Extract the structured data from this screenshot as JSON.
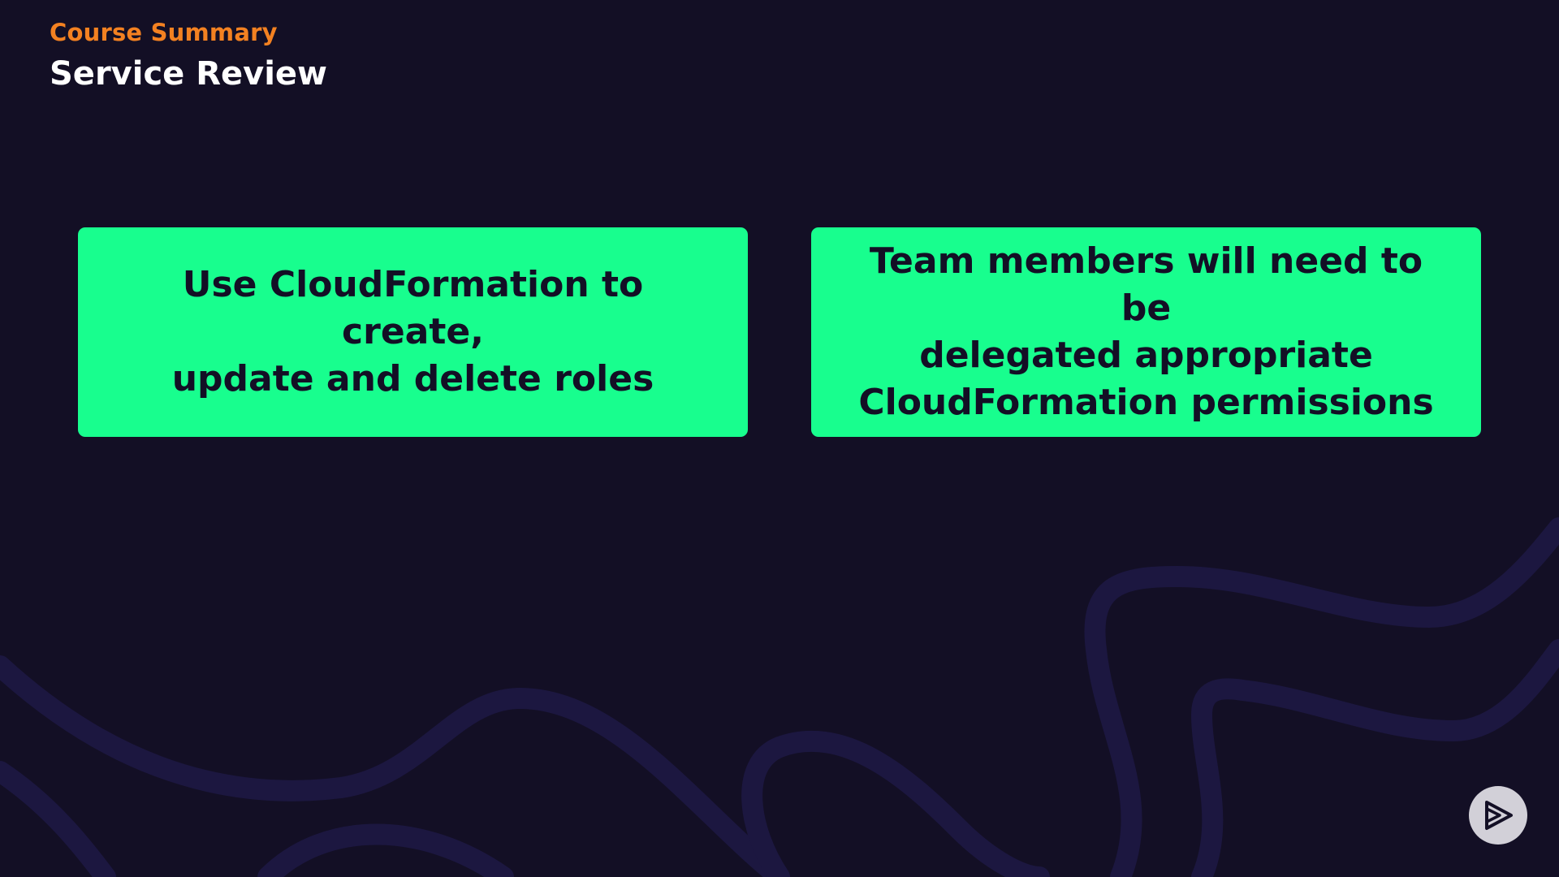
{
  "header": {
    "subtitle": "Course Summary",
    "title": "Service Review"
  },
  "cards": [
    {
      "text": "Use CloudFormation to create,\nupdate and delete roles"
    },
    {
      "text": "Team members will need to be\ndelegated appropriate\nCloudFormation permissions"
    }
  ],
  "colors": {
    "background": "#130f25",
    "accent_orange": "#f38121",
    "card_green": "#18fe8e",
    "decorative_lines": "#1c1740"
  },
  "icons": {
    "player_logo": "play-logo-icon"
  }
}
